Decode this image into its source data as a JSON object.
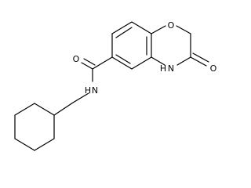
{
  "molecule": {
    "atoms": {
      "o_ring": "O",
      "o_carbonyl_ring": "O",
      "o_carbonyl_amide": "O",
      "n_ring": "N",
      "h_ring": "H",
      "n_amide": "N",
      "h_amide": "H"
    }
  }
}
